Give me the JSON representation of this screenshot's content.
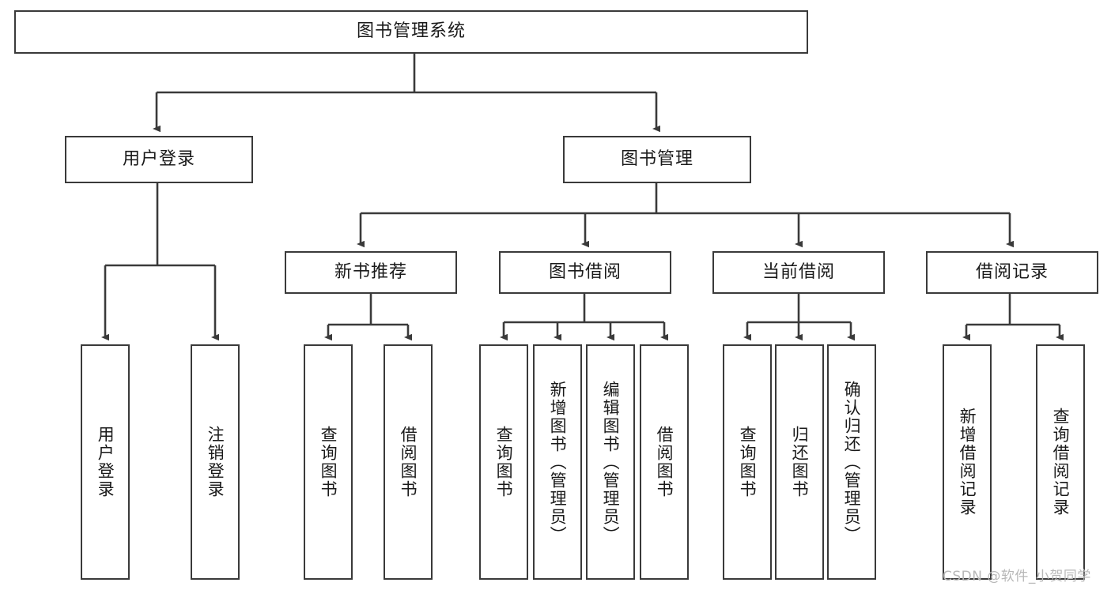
{
  "diagram": {
    "title": "图书管理系统",
    "root": {
      "label": "图书管理系统"
    },
    "level1": [
      {
        "label": "用户登录"
      },
      {
        "label": "图书管理"
      }
    ],
    "level2": [
      {
        "label": "新书推荐"
      },
      {
        "label": "图书借阅"
      },
      {
        "label": "当前借阅"
      },
      {
        "label": "借阅记录"
      }
    ],
    "leaves": {
      "user_login": [
        {
          "label": "用户登录"
        },
        {
          "label": "注销登录"
        }
      ],
      "new_book_recommend": [
        {
          "label": "查询图书"
        },
        {
          "label": "借阅图书"
        }
      ],
      "book_borrow": [
        {
          "label": "查询图书"
        },
        {
          "label": "新增图书（管理员）"
        },
        {
          "label": "编辑图书（管理员）"
        },
        {
          "label": "借阅图书"
        }
      ],
      "current_borrow": [
        {
          "label": "查询图书"
        },
        {
          "label": "归还图书"
        },
        {
          "label": "确认归还（管理员）"
        }
      ],
      "borrow_record": [
        {
          "label": "新增借阅记录"
        },
        {
          "label": "查询借阅记录"
        }
      ]
    }
  },
  "watermark": {
    "text": "CSDN @软件_小贺同学"
  },
  "colors": {
    "border": "#3a3a3a",
    "background": "#ffffff",
    "text": "#1a1a1a",
    "watermark": "#b8b8b8"
  }
}
